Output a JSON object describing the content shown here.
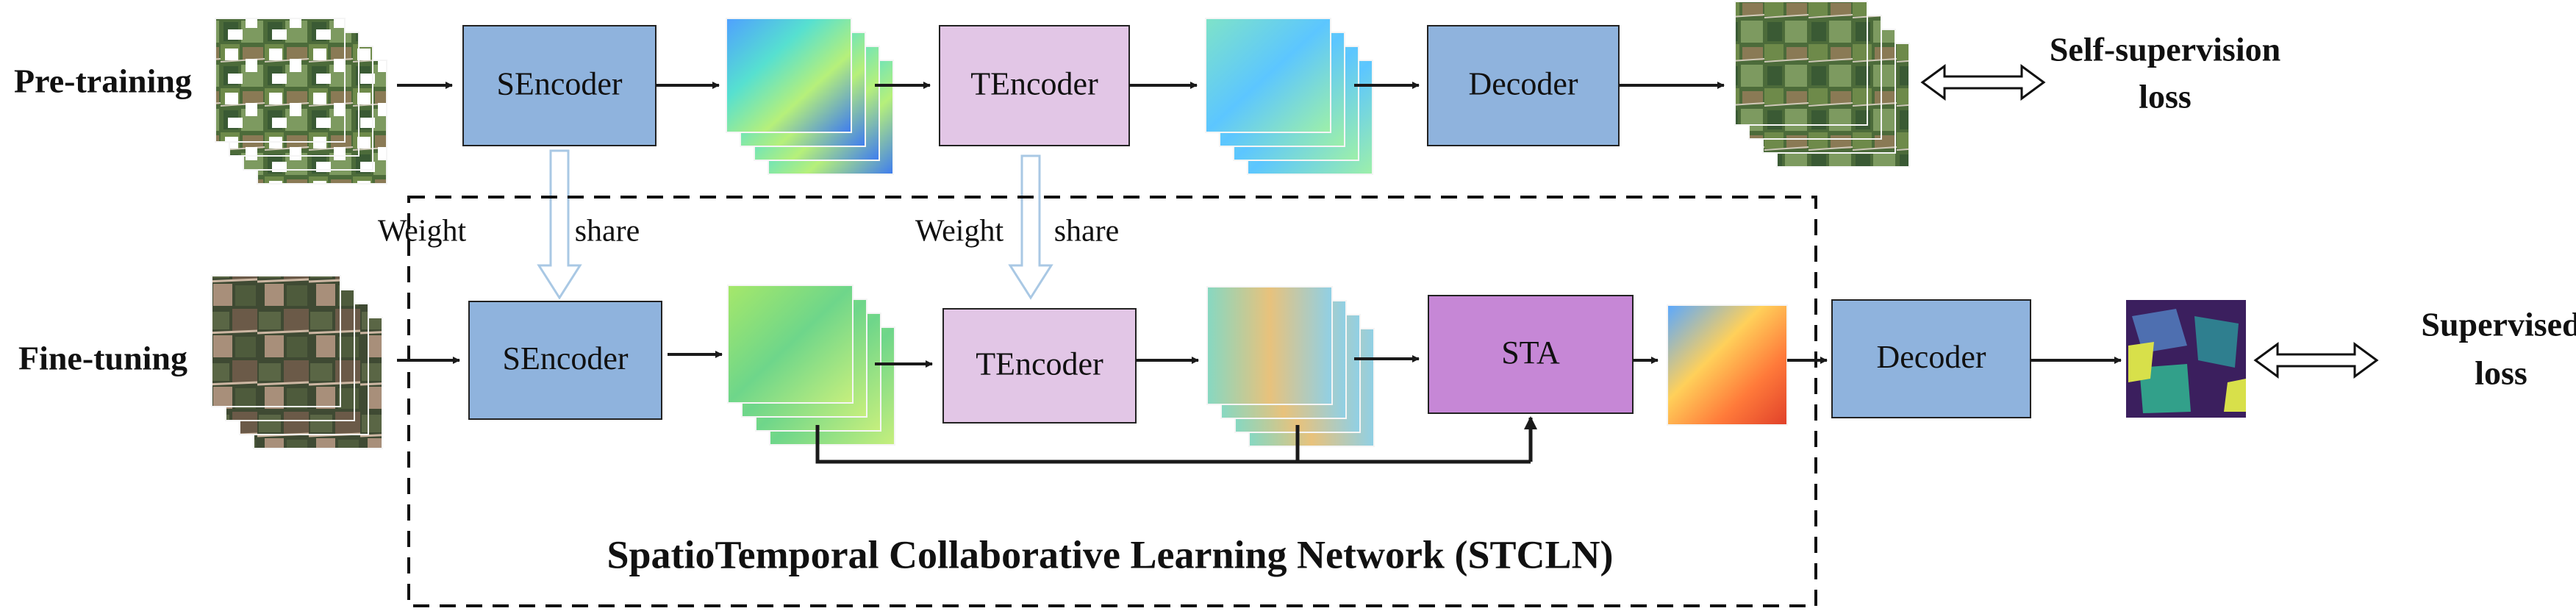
{
  "rows": {
    "pretraining_label": "Pre-training",
    "finetuning_label": "Fine-tuning"
  },
  "blocks": {
    "sencoder": "SEncoder",
    "tencoder": "TEncoder",
    "decoder": "Decoder",
    "sta": "STA"
  },
  "annotations": {
    "weight": "Weight",
    "share": "share"
  },
  "losses": {
    "self_supervision_line1": "Self-supervision",
    "self_supervision_line2": "loss",
    "supervised_line1": "Supervised",
    "supervised_line2": "loss"
  },
  "network_title": "SpatioTemporal Collaborative Learning Network (STCLN)",
  "colors": {
    "encoder_blue": "#8fb3dd",
    "tencoder_lilac": "#e2c6e6",
    "sta_purple": "#c687d6",
    "arrow": "#1a1a1a",
    "share_arrow": "#a9c8e4"
  }
}
